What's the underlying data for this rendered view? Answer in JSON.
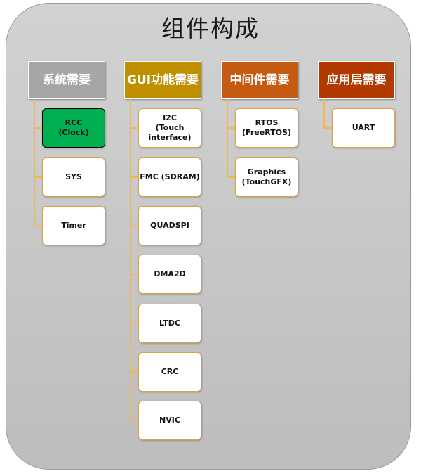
{
  "title": "组件构成",
  "colors": {
    "system": "#a6a6a6",
    "gui": "#bf8f00",
    "middleware": "#c55a11",
    "application": "#b23a00",
    "highlight": "#00b050",
    "connector": "#f2b84b"
  },
  "columns": [
    {
      "id": "system",
      "header": "系统需要",
      "items": [
        {
          "label": "RCC\n(Clock)",
          "highlighted": true
        },
        {
          "label": "SYS"
        },
        {
          "label": "Timer"
        }
      ]
    },
    {
      "id": "gui",
      "header": "GUI功能需要",
      "items": [
        {
          "label": "I2C\n(Touch\ninterface)"
        },
        {
          "label": "FMC (SDRAM)"
        },
        {
          "label": "QUADSPI"
        },
        {
          "label": "DMA2D"
        },
        {
          "label": "LTDC"
        },
        {
          "label": "CRC"
        },
        {
          "label": "NVIC"
        }
      ]
    },
    {
      "id": "middleware",
      "header": "中间件需要",
      "items": [
        {
          "label": "RTOS\n(FreeRTOS)"
        },
        {
          "label": "Graphics\n(TouchGFX)"
        }
      ]
    },
    {
      "id": "application",
      "header": "应用层需要",
      "items": [
        {
          "label": "UART"
        }
      ]
    }
  ]
}
